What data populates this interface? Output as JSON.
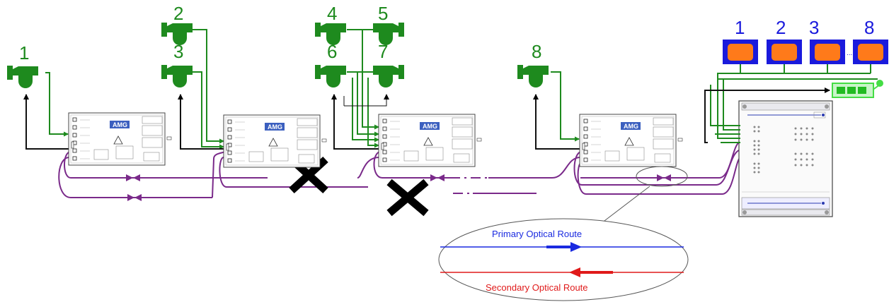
{
  "cameras": [
    {
      "id": "cam1",
      "label": "1"
    },
    {
      "id": "cam2",
      "label": "2"
    },
    {
      "id": "cam3",
      "label": "3"
    },
    {
      "id": "cam4",
      "label": "4"
    },
    {
      "id": "cam5",
      "label": "5"
    },
    {
      "id": "cam6",
      "label": "6"
    },
    {
      "id": "cam7",
      "label": "7"
    },
    {
      "id": "cam8",
      "label": "8"
    }
  ],
  "monitors": {
    "labels": [
      "1",
      "2",
      "3",
      "8"
    ],
    "ellipsis": "......"
  },
  "unit_brand": "AMG",
  "routes": {
    "primary_label": "Primary Optical Route",
    "secondary_label": "Secondary Optical Route"
  },
  "colors": {
    "camera_green": "#1e8a1e",
    "monitor_blue": "#1a1adc",
    "monitor_orange": "#ff7a1a",
    "fiber_purple": "#7a2a8a",
    "primary_blue": "#1a2ae0",
    "secondary_red": "#e01a1a",
    "status_green": "#44dd44"
  }
}
